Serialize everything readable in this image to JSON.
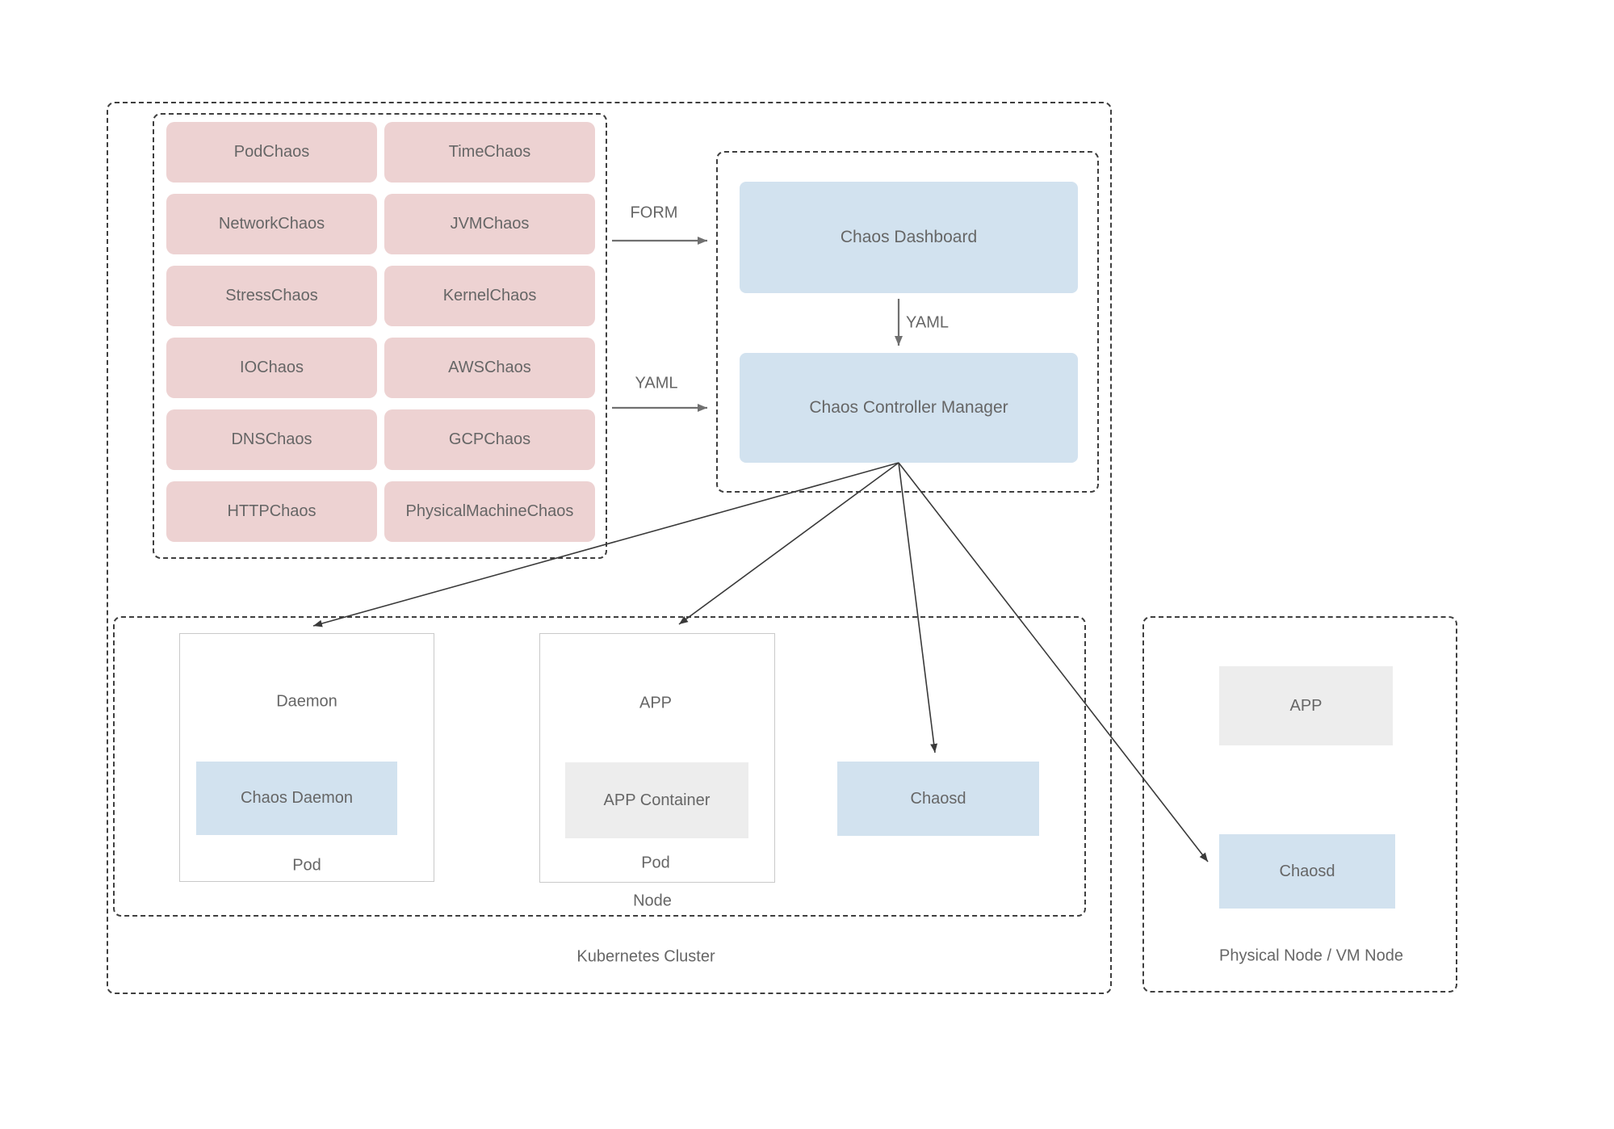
{
  "colors": {
    "pink": "#edd2d2",
    "blue": "#d2e2ef",
    "grey": "#ededed",
    "pod_border": "#c9c9c9",
    "dash": "#3f3f3f",
    "text": "#666666",
    "arrow_grey": "#707070",
    "arrow_dark": "#3a3a3a",
    "bg": "#ffffff"
  },
  "crd": {
    "items": [
      "PodChaos",
      "TimeChaos",
      "NetworkChaos",
      "JVMChaos",
      "StressChaos",
      "KernelChaos",
      "IOChaos",
      "AWSChaos",
      "DNSChaos",
      "GCPChaos",
      "HTTPChaos",
      "PhysicalMachineChaos"
    ]
  },
  "flow": {
    "form_label": "FORM",
    "yaml_in_label": "YAML",
    "yaml_mid_label": "YAML"
  },
  "control_plane": {
    "dashboard": "Chaos Dashboard",
    "controller_manager": "Chaos Controller Manager"
  },
  "cluster": {
    "label": "Kubernetes Cluster",
    "node_label": "Node",
    "daemon_pod": {
      "role": "Daemon",
      "container": "Chaos Daemon",
      "pod_label": "Pod"
    },
    "app_pod": {
      "role": "APP",
      "container": "APP Container",
      "pod_label": "Pod"
    },
    "chaosd": "Chaosd"
  },
  "physical": {
    "label": "Physical Node / VM Node",
    "app": "APP",
    "chaosd": "Chaosd"
  }
}
